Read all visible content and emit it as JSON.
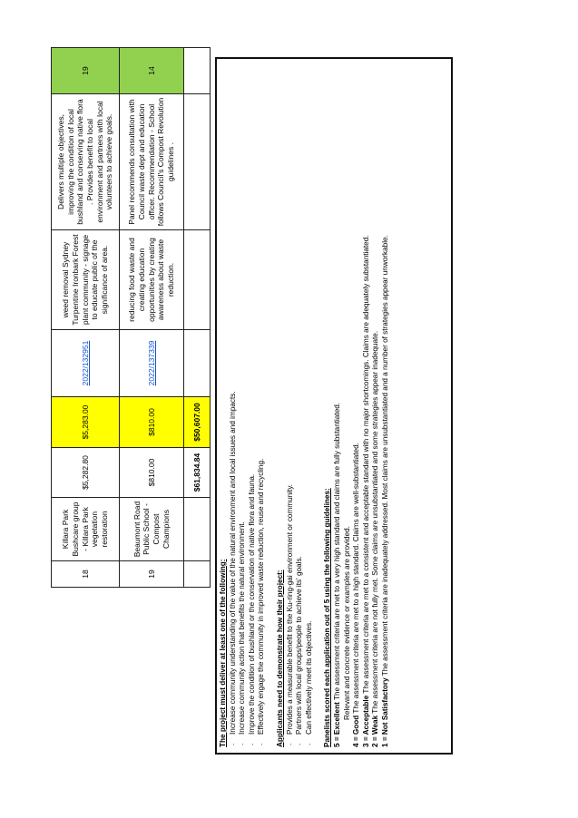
{
  "table": {
    "rows": [
      {
        "id": "18",
        "applicant": "Killara Park Bushcare group - Killara Park vegetation restoration",
        "requested": "$5,282.80",
        "recommended": "$5,283.00",
        "ref": "2022/132951",
        "project": "weed removal  Sydney Turpentine Ironbark Forest plant community - signage to educate public of the significance  of area.",
        "comments": "Delivers multiple objectives, improving the condition of local bushland and conserving native flora . Provides benefit  to local environment and partners with local volunteers to achieve goals.",
        "score": "19"
      },
      {
        "id": "19",
        "applicant": "Beaumont Road Public School - Compost Champions",
        "requested": "$810.00",
        "recommended": "$810.00",
        "ref": "2022/137339",
        "project": "reducing food waste and creating education opportunities by creating awareness about waste reduction.",
        "comments": "Panel recommends consultation with Council waste dept and education officer. Recommendation - School follows Council's Compost Revolution guidelines .",
        "score": "14"
      }
    ],
    "totals": {
      "requested": "$61,834.84",
      "recommended": "$50,607.00"
    }
  },
  "guidelines": {
    "deliver_title": "The project must deliver at least one of the following:",
    "deliver_items": [
      "Increase community understanding of the value of the natural environment and local issues and impacts.",
      "Increase community action that benefits the natural environment.",
      "Improve the condition of bushland or the conservation of native flora and fauna.",
      "Effectively engage the community in improved waste reduction, reuse and recycling."
    ],
    "demonstrate_title": "Applicants need to demonstrate how their project:",
    "demonstrate_items": [
      "Provides a measurable benefit to the Ku-ring-gai environment or community.",
      "Partners with local groups/people to achieve its' goals.",
      "Can effectively meet its objectives."
    ],
    "scoring_title": "Panelists scored each  application out of 5  using the following guidelines:",
    "ratings": [
      {
        "level": "5 = Excellent",
        "text": " The assessment criteria are met to a very high standard and claims are fully substantiated.",
        "cont": "Relevant and concrete evidence or examples are provided."
      },
      {
        "level": "4 = Good",
        "text": " The assessment criteria are met to a high standard. Claims are well-substantiated."
      },
      {
        "level": "3 = Acceptable",
        "text": " The assessment criteria are met to a consistent and acceptable standard with no major shortcomings. Claims are adequately substantiated."
      },
      {
        "level": "2 = Weak",
        "text": " The assessment criteria are not fully met. Some claims are unsubstantiated and some strategies appear inadequate."
      },
      {
        "level": "1 = Not Satisfactory",
        "text": " The assessment criteria are inadequately addressed. Most claims are unsubstantiated and a number of strategies appear unworkable."
      }
    ]
  },
  "colors": {
    "highlight_yellow": "#ffff00",
    "score_green": "#92d050",
    "link_blue": "#1155cc"
  }
}
